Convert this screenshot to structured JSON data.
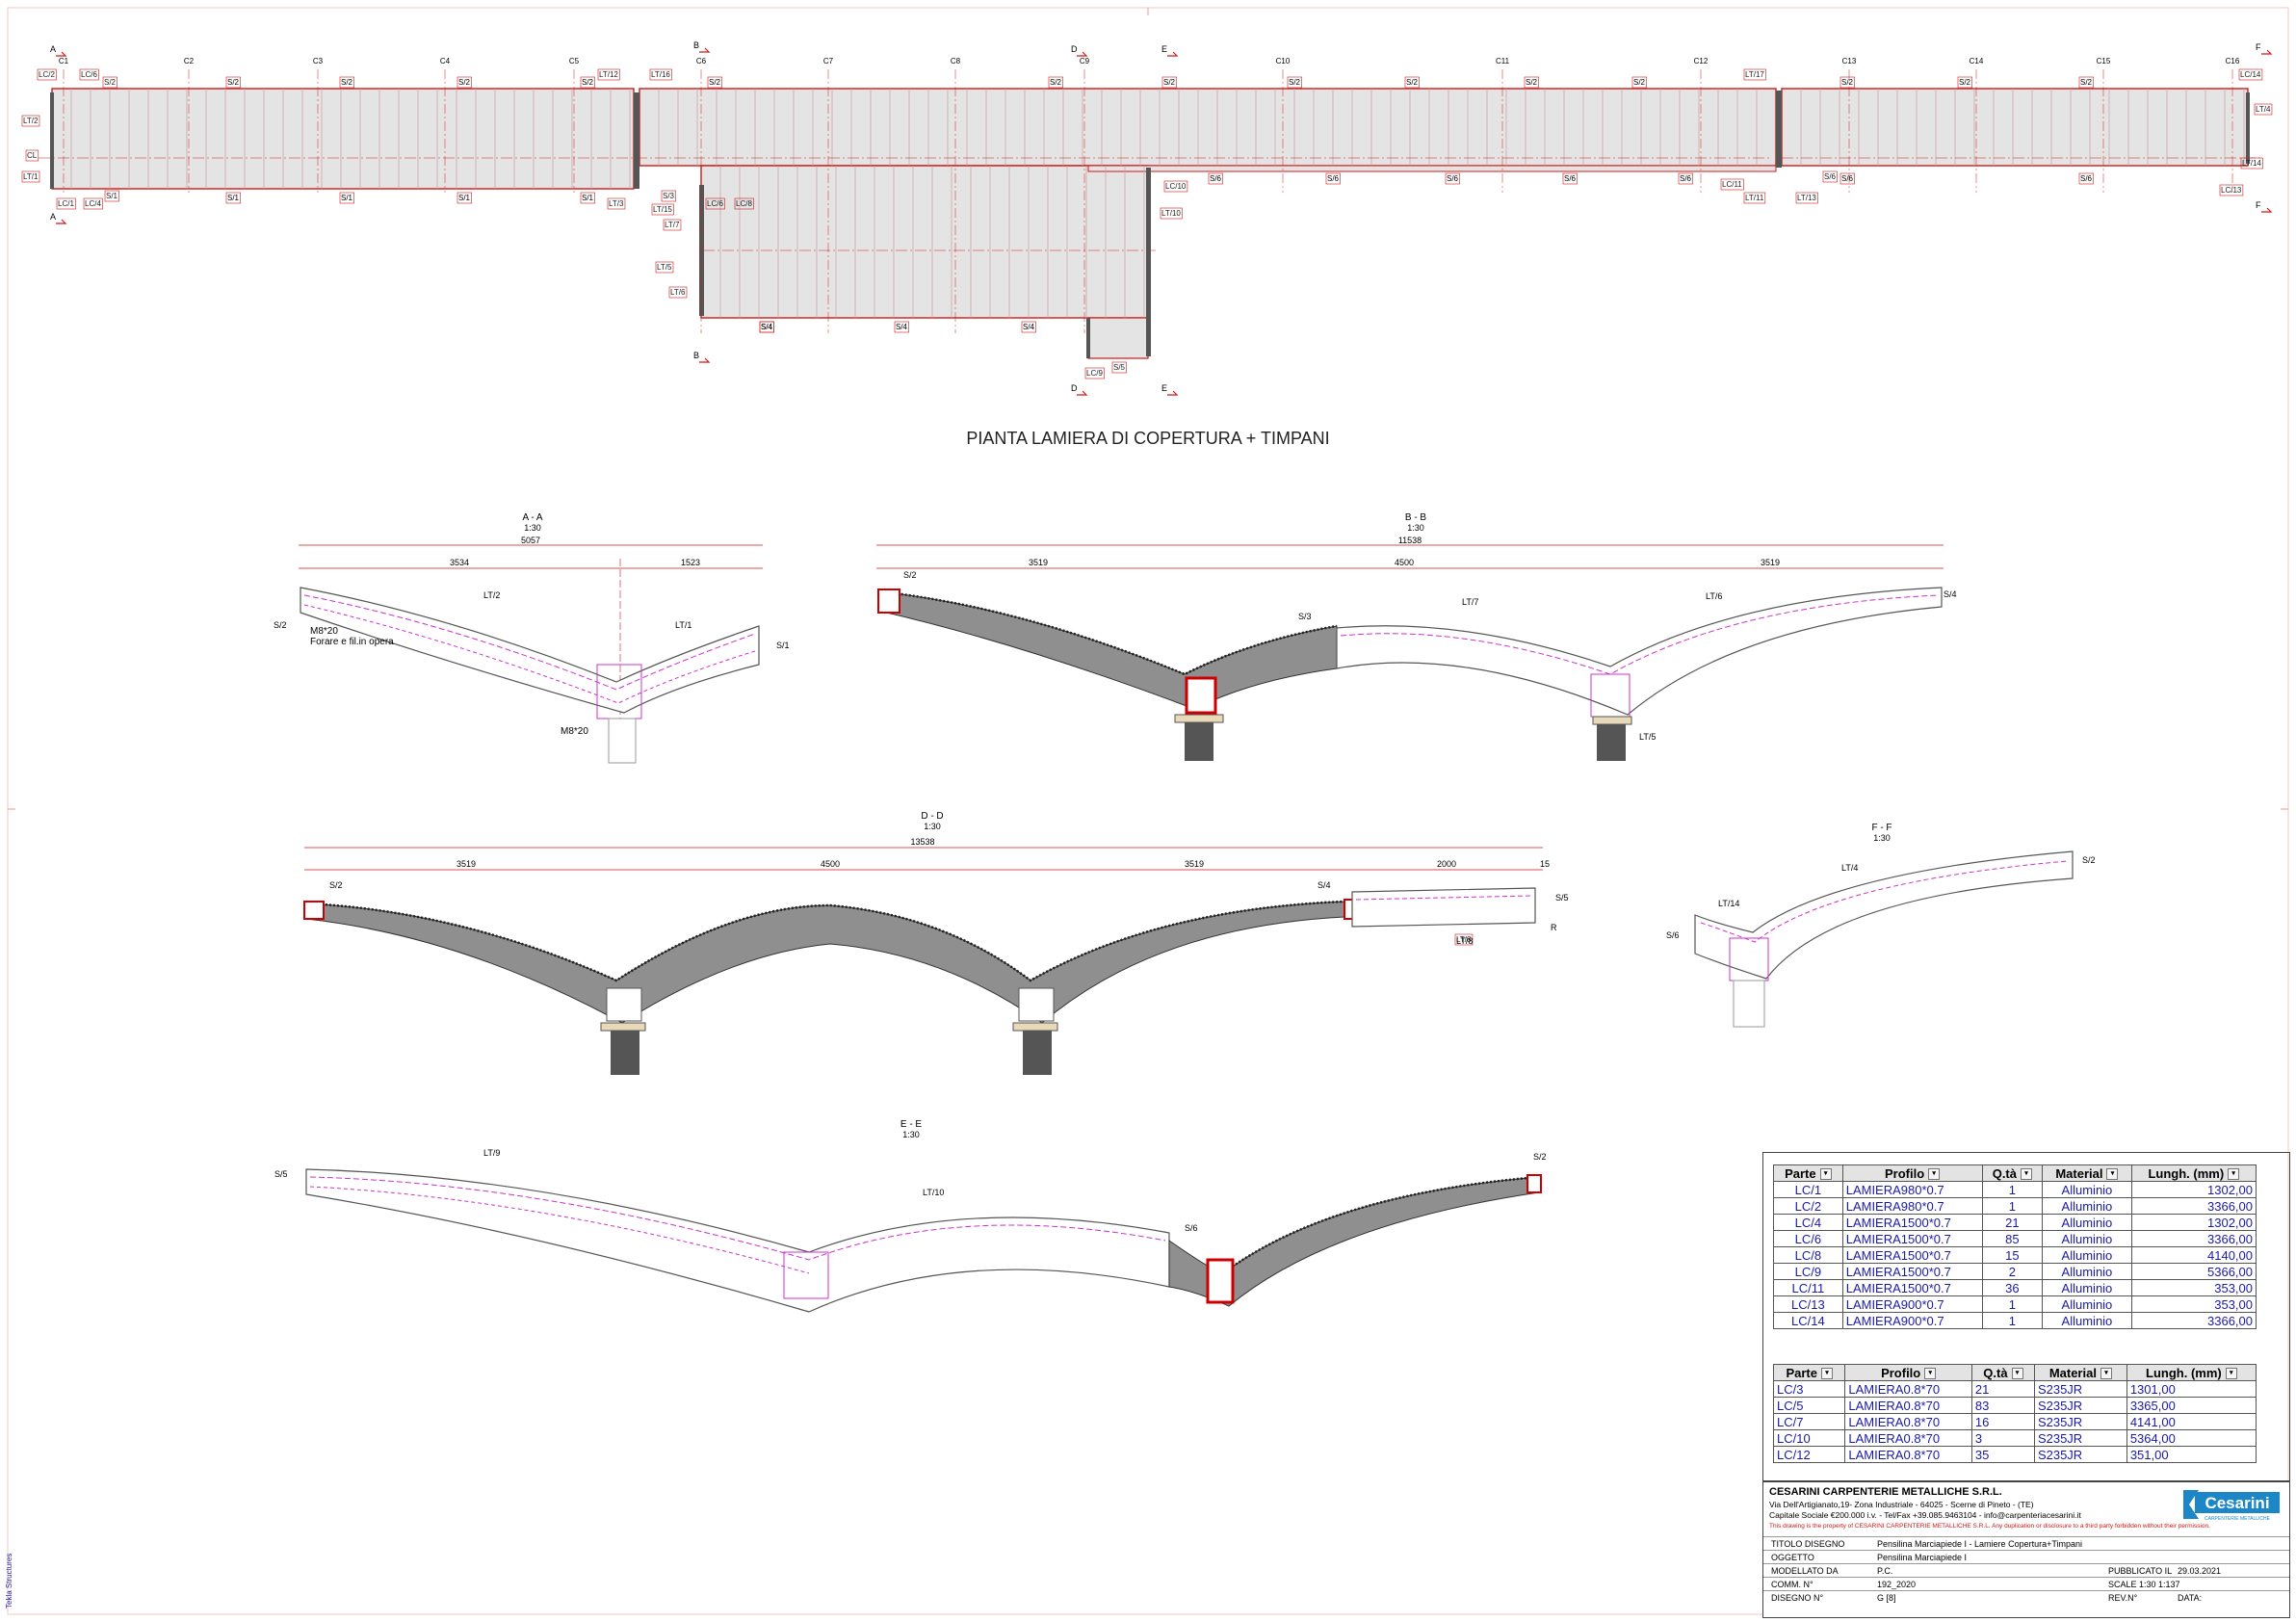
{
  "plan": {
    "title": "PIANTA LAMIERA DI COPERTURA + TIMPANI",
    "grid_labels": [
      "C1",
      "C2",
      "C3",
      "C4",
      "C5",
      "C6",
      "C7",
      "C8",
      "C9",
      "C10",
      "C11",
      "C12",
      "C13",
      "C14",
      "C15",
      "C16"
    ],
    "section_marks": [
      "A",
      "A",
      "B",
      "B",
      "D",
      "D",
      "E",
      "E",
      "F",
      "F"
    ],
    "part_tags": [
      "LC/2",
      "LC/6",
      "S/2",
      "LT/2",
      "CL",
      "LT/1",
      "LC/1",
      "LC/4",
      "S/1",
      "LT/12",
      "LT/16",
      "LT/15",
      "LT/3",
      "S/3",
      "LT/7",
      "LC/6",
      "LC/8",
      "LT/5",
      "LT/6",
      "S/4",
      "LC/9",
      "S/5",
      "LT/10",
      "LC/11",
      "LT/11",
      "LT/17",
      "LT/13",
      "S/6",
      "LT/14",
      "LC/13",
      "LC/14",
      "LT/4",
      "LT/8",
      "LC/10"
    ]
  },
  "sections": {
    "aa": {
      "title": "A - A",
      "scale": "1:30",
      "dims": [
        "5057",
        "3534",
        "1523"
      ],
      "notes": [
        "M8*20",
        "Forare e fil.in opera",
        "M8*20"
      ],
      "tags": [
        "LT/2",
        "S/2",
        "LT/1",
        "S/1"
      ]
    },
    "bb": {
      "title": "B - B",
      "scale": "1:30",
      "dims": [
        "11538",
        "3519",
        "4500",
        "3519"
      ],
      "tags": [
        "S/2",
        "S/3",
        "LT/7",
        "LT/6",
        "S/4",
        "LT/5"
      ]
    },
    "dd": {
      "title": "D - D",
      "scale": "1:30",
      "dims": [
        "13538",
        "3519",
        "4500",
        "3519",
        "2000",
        "15"
      ],
      "tags": [
        "S/2",
        "S/4",
        "S/5",
        "LT/8",
        "R"
      ]
    },
    "ff": {
      "title": "F - F",
      "scale": "1:30",
      "tags": [
        "LT/4",
        "S/2",
        "LT/14",
        "S/6"
      ]
    },
    "ee": {
      "title": "E - E",
      "scale": "1:30",
      "tags": [
        "LT/9",
        "S/5",
        "LT/10",
        "S/6",
        "S/2"
      ]
    }
  },
  "bom1": {
    "headers": [
      "Parte",
      "Profilo",
      "Q.tà",
      "Material",
      "Lungh. (mm)"
    ],
    "rows": [
      [
        "LC/1",
        "LAMIERA980*0.7",
        "1",
        "Alluminio",
        "1302,00"
      ],
      [
        "LC/2",
        "LAMIERA980*0.7",
        "1",
        "Alluminio",
        "3366,00"
      ],
      [
        "LC/4",
        "LAMIERA1500*0.7",
        "21",
        "Alluminio",
        "1302,00"
      ],
      [
        "LC/6",
        "LAMIERA1500*0.7",
        "85",
        "Alluminio",
        "3366,00"
      ],
      [
        "LC/8",
        "LAMIERA1500*0.7",
        "15",
        "Alluminio",
        "4140,00"
      ],
      [
        "LC/9",
        "LAMIERA1500*0.7",
        "2",
        "Alluminio",
        "5366,00"
      ],
      [
        "LC/11",
        "LAMIERA1500*0.7",
        "36",
        "Alluminio",
        "353,00"
      ],
      [
        "LC/13",
        "LAMIERA900*0.7",
        "1",
        "Alluminio",
        "353,00"
      ],
      [
        "LC/14",
        "LAMIERA900*0.7",
        "1",
        "Alluminio",
        "3366,00"
      ]
    ]
  },
  "bom2": {
    "headers": [
      "Parte",
      "Profilo",
      "Q.tà",
      "Material",
      "Lungh. (mm)"
    ],
    "rows": [
      [
        "LC/3",
        "LAMIERA0.8*70",
        "21",
        "S235JR",
        "1301,00"
      ],
      [
        "LC/5",
        "LAMIERA0.8*70",
        "83",
        "S235JR",
        "3365,00"
      ],
      [
        "LC/7",
        "LAMIERA0.8*70",
        "16",
        "S235JR",
        "4141,00"
      ],
      [
        "LC/10",
        "LAMIERA0.8*70",
        "3",
        "S235JR",
        "5364,00"
      ],
      [
        "LC/12",
        "LAMIERA0.8*70",
        "35",
        "S235JR",
        "351,00"
      ]
    ]
  },
  "title_block": {
    "company": "CESARINI CARPENTERIE METALLICHE S.R.L.",
    "address1": "Via Dell'Artigianato,19- Zona Industriale - 64025 - Scerne di Pineto - (TE)",
    "address2": "Capitale Sociale €200.000 i.v. - Tel/Fax +39.085.9463104 - info@carpenteriacesarini.it",
    "warning": "This drawing is the property of CESARINI CARPENTERIE METALLICHE S.R.L. Any duplication or disclosure to a third party forbidden without their permission.",
    "logo_text": "Cesarini",
    "logo_sub": "CARPENTERIE METALLICHE",
    "titolo_label": "TITOLO DISEGNO",
    "titolo_value": "Pensilina Marciapiede I - Lamiere Copertura+Timpani",
    "oggetto_label": "OGGETTO",
    "oggetto_value": "Pensilina Marciapiede I",
    "modellato_label": "MODELLATO DA",
    "modellato_value": "P.C.",
    "pubblicato_label": "PUBBLICATO IL",
    "pubblicato_value": "29.03.2021",
    "comm_label": "COMM. N°",
    "comm_value": "192_2020",
    "scale_label": "SCALE",
    "scale_value": "1:30   1:137",
    "disegno_label": "DISEGNO N°",
    "disegno_value": "G   [8]",
    "rev_label": "REV.N°",
    "data_label": "DATA:"
  },
  "side_label": "Tekla Structures",
  "colors": {
    "red": "#d01818",
    "magenta": "#cc33cc",
    "blue_text": "#1a1aa8",
    "beam_gray": "#8f8f8f",
    "deck_gray": "#e2e2e2"
  }
}
